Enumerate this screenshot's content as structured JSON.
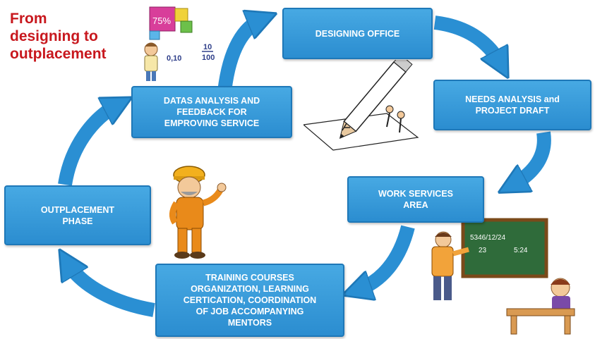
{
  "title_lines": [
    "From",
    "designing to",
    "outplacement"
  ],
  "colors": {
    "title_red": "#c8181e",
    "box_blue": "#2b8dd0",
    "arrow_blue": "#2a8fd3",
    "box_text": "#ffffff"
  },
  "stages": {
    "designing_office": [
      "DESIGNING OFFICE"
    ],
    "needs_analysis": [
      "NEEDS ANALYSIS and",
      "PROJECT  DRAFT"
    ],
    "work_services": [
      "WORK SERVICES",
      "AREA"
    ],
    "training": [
      "TRAINING COURSES",
      "ORGANIZATION, LEARNING",
      "CERTICATION, COORDINATION",
      "OF JOB ACCOMPANYING",
      "MENTORS"
    ],
    "outplacement": [
      "OUTPLACEMENT",
      "PHASE"
    ],
    "datas_analysis": [
      "DATAS ANALYSIS AND",
      "FEEDBACK FOR",
      "EMPROVING SERVICE"
    ]
  },
  "illustrations": {
    "data_figure": {
      "icon": "person-with-statistics-icon",
      "labels": {
        "pct": "75%",
        "dec": "0,10",
        "frac_top": "10",
        "frac_bottom": "100"
      }
    },
    "pencil": {
      "icon": "giant-pencil-drawing-icon"
    },
    "worker": {
      "icon": "construction-worker-icon"
    },
    "teacher": {
      "icon": "teacher-blackboard-icon",
      "board_lines": [
        "5346/12/24",
        "23",
        "5:24"
      ]
    }
  }
}
